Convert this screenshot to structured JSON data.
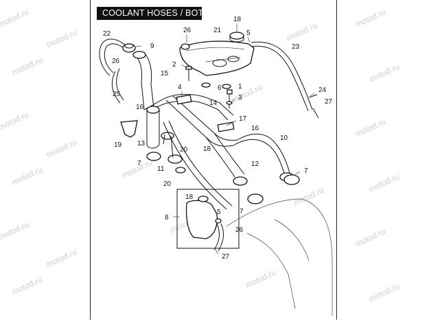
{
  "title": "COOLANT HOSES / BOTTLE",
  "watermark": "motod.ru",
  "colors": {
    "ink": "#111111",
    "watermark": "#cfcfcf",
    "title_bg": "#111111",
    "title_fg": "#ffffff"
  },
  "callouts": [
    "22",
    "26",
    "9",
    "21",
    "18",
    "5",
    "23",
    "26",
    "2",
    "15",
    "25",
    "6",
    "4",
    "1",
    "3",
    "14",
    "24",
    "27",
    "16",
    "17",
    "16",
    "10",
    "19",
    "13",
    "20",
    "18",
    "12",
    "7",
    "11",
    "20",
    "7",
    "18",
    "5",
    "8",
    "26",
    "7",
    "27"
  ]
}
